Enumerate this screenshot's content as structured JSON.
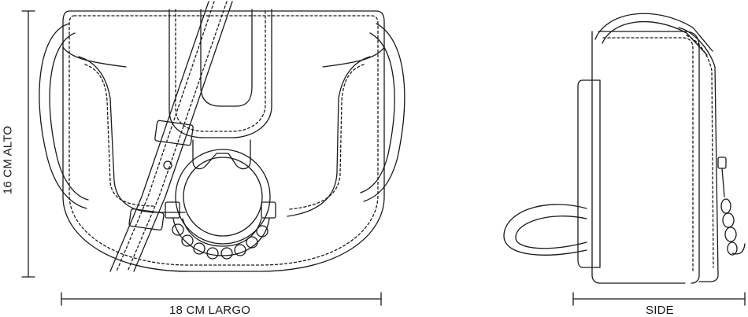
{
  "dimensions": {
    "height_label": "16 CM ALTO",
    "width_label": "18 CM LARGO",
    "side_label": "SIDE"
  },
  "colors": {
    "line": "#1a1a1a",
    "background": "#ffffff"
  }
}
